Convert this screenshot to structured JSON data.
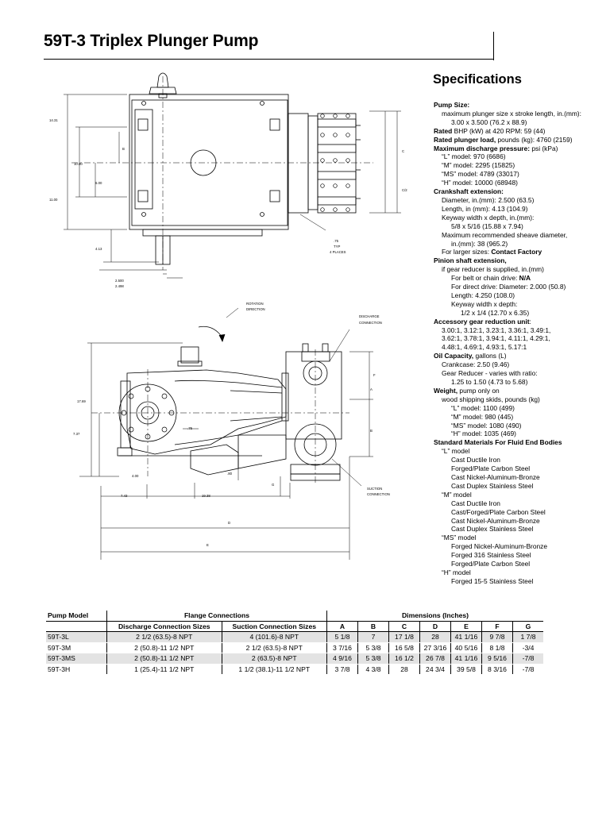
{
  "header": {
    "title": "59T-3 Triplex Plunger Pump"
  },
  "specs": {
    "heading": "Specifications",
    "lines": [
      {
        "b": "Pump Size:",
        "t": "",
        "cls": ""
      },
      {
        "b": "",
        "t": "maximum plunger size x stroke length, in.(mm):",
        "cls": "i1"
      },
      {
        "b": "",
        "t": "3.00 x 3.500 (76.2 x 88.9)",
        "cls": "i2"
      },
      {
        "b": "Rated",
        "t": " BHP (kW) at 420 RPM: 59 (44)",
        "cls": ""
      },
      {
        "b": "Rated plunger load,",
        "t": " pounds (kg): 4760 (2159)",
        "cls": ""
      },
      {
        "b": "Maximum discharge pressure:",
        "t": " psi (kPa)",
        "cls": ""
      },
      {
        "b": "",
        "t": "“L” model: 970 (6686)",
        "cls": "i1"
      },
      {
        "b": "",
        "t": "“M” model: 2295 (15825)",
        "cls": "i1"
      },
      {
        "b": "",
        "t": "“MS” model: 4789 (33017)",
        "cls": "i1"
      },
      {
        "b": "",
        "t": "“H” model: 10000 (68948)",
        "cls": "i1"
      },
      {
        "b": "Crankshaft extension:",
        "t": "",
        "cls": ""
      },
      {
        "b": "",
        "t": "Diameter, in.(mm): 2.500 (63.5)",
        "cls": "i1"
      },
      {
        "b": "",
        "t": "Length, in (mm): 4.13 (104.9)",
        "cls": "i1"
      },
      {
        "b": "",
        "t": "Keyway width x depth, in.(mm):",
        "cls": "i1"
      },
      {
        "b": "",
        "t": "5/8 x 5/16 (15.88 x 7.94)",
        "cls": "i2"
      },
      {
        "b": "",
        "t": "Maximum recommended sheave diameter,",
        "cls": "i1"
      },
      {
        "b": "",
        "t": "in.(mm): 38 (965.2)",
        "cls": "i2"
      },
      {
        "b": "",
        "t": "For larger sizes: ",
        "b2": "Contact Factory",
        "cls": "i1"
      },
      {
        "b": "Pinion shaft extension,",
        "t": "",
        "cls": ""
      },
      {
        "b": "",
        "t": "if gear reducer is supplied, in.(mm)",
        "cls": "i1"
      },
      {
        "b": "",
        "t": "For belt or chain drive: ",
        "b2": "N/A",
        "cls": "i2"
      },
      {
        "b": "",
        "t": "For direct drive: Diameter: 2.000 (50.8)",
        "cls": "i2"
      },
      {
        "b": "",
        "t": "Length: 4.250 (108.0)",
        "cls": "i2"
      },
      {
        "b": "",
        "t": "Keyway width x depth:",
        "cls": "i2"
      },
      {
        "b": "",
        "t": "1/2 x 1/4 (12.70 x 6.35)",
        "cls": "i3"
      },
      {
        "b": "Accessory gear reduction unit",
        "t": ":",
        "cls": ""
      },
      {
        "b": "",
        "t": "3.00:1, 3.12:1, 3.23:1, 3.36:1, 3.49:1,",
        "cls": "i1"
      },
      {
        "b": "",
        "t": "3.62:1, 3.78:1, 3.94:1, 4.11:1, 4.29:1,",
        "cls": "i1"
      },
      {
        "b": "",
        "t": "4.48:1, 4.69:1, 4.93:1, 5.17:1",
        "cls": "i1"
      },
      {
        "b": "Oil Capacity,",
        "t": " gallons (L)",
        "cls": ""
      },
      {
        "b": "",
        "t": "Crankcase: 2.50 (9.46)",
        "cls": "i1"
      },
      {
        "b": "",
        "t": "Gear Reducer - varies with ratio:",
        "cls": "i1"
      },
      {
        "b": "",
        "t": "1.25 to 1.50 (4.73 to 5.68)",
        "cls": "i2"
      },
      {
        "b": "Weight,",
        "t": " pump only on",
        "cls": ""
      },
      {
        "b": "",
        "t": "wood shipping skids, pounds (kg)",
        "cls": "i1"
      },
      {
        "b": "",
        "t": "“L” model: 1100 (499)",
        "cls": "i2"
      },
      {
        "b": "",
        "t": "“M” model: 980 (445)",
        "cls": "i2"
      },
      {
        "b": "",
        "t": "“MS” model: 1080 (490)",
        "cls": "i2"
      },
      {
        "b": "",
        "t": "“H” model: 1035 (469)",
        "cls": "i2"
      },
      {
        "b": "Standard Materials For Fluid End Bodies",
        "t": "",
        "cls": ""
      },
      {
        "b": "",
        "t": "“L” model",
        "cls": "i1"
      },
      {
        "b": "",
        "t": "Cast Ductile Iron",
        "cls": "i2"
      },
      {
        "b": "",
        "t": "Forged/Plate Carbon Steel",
        "cls": "i2"
      },
      {
        "b": "",
        "t": "Cast Nickel-Aluminum-Bronze",
        "cls": "i2"
      },
      {
        "b": "",
        "t": "Cast Duplex Stainless Steel",
        "cls": "i2"
      },
      {
        "b": "",
        "t": "“M” model",
        "cls": "i1"
      },
      {
        "b": "",
        "t": "Cast Ductile Iron",
        "cls": "i2"
      },
      {
        "b": "",
        "t": "Cast/Forged/Plate Carbon Steel",
        "cls": "i2"
      },
      {
        "b": "",
        "t": "Cast Nickel-Aluminum-Bronze",
        "cls": "i2"
      },
      {
        "b": "",
        "t": "Cast Duplex Stainless Steel",
        "cls": "i2"
      },
      {
        "b": "",
        "t": "“MS” model",
        "cls": "i1"
      },
      {
        "b": "",
        "t": "Forged Nickel-Aluminum-Bronze",
        "cls": "i2"
      },
      {
        "b": "",
        "t": "Forged 316 Stainless Steel",
        "cls": "i2"
      },
      {
        "b": "",
        "t": "Forged/Plate Carbon Steel",
        "cls": "i2"
      },
      {
        "b": "",
        "t": "“H” model",
        "cls": "i1"
      },
      {
        "b": "",
        "t": "Forged 15-5 Stainless Steel",
        "cls": "i2"
      }
    ]
  },
  "drawing_labels": {
    "top_left_1": "14.31",
    "top_left_2": "10.00",
    "top_left_3": "6.00",
    "top_left_4": "11.00",
    "top_b": "B",
    "top_c": "C",
    "top_c2": "C/2",
    "shaft_len": "4.13",
    "shaft_dia_1": "2.500",
    "shaft_dia_2": "2.498",
    "bolt_1": ".75",
    "bolt_2": "TYP",
    "bolt_3": "4 PLACES",
    "rotation_1": "ROTATION",
    "rotation_2": "DIRECTION",
    "discharge_1": "DISCHARGE",
    "discharge_2": "CONNECTION",
    "suction_1": "SUCTION",
    "suction_2": "CONNECTION",
    "side_height": "17.69",
    "side_low": "7.37",
    "side_f": "F",
    "side_a": "A",
    "side_b": "B",
    "side_75": ".75",
    "side_80": ".80",
    "side_g": "G",
    "side_400": "4.00",
    "side_743": "7.43",
    "side_1938": "19.38",
    "side_d": "D",
    "side_e": "E"
  },
  "table": {
    "h_model": "Pump Model",
    "h_flange": "Flange Connections",
    "h_dims": "Dimensions (Inches)",
    "h_discharge": "Discharge Connection Sizes",
    "h_suction": "Suction Connection Sizes",
    "cols": [
      "A",
      "B",
      "C",
      "D",
      "E",
      "F",
      "G"
    ],
    "rows": [
      [
        "59T-3L",
        "2 1/2 (63.5)-8 NPT",
        "4 (101.6)-8 NPT",
        "5 1/8",
        "7",
        "17 1/8",
        "28",
        "41 1/16",
        "9 7/8",
        "1 7/8"
      ],
      [
        "59T-3M",
        "2 (50.8)-11 1/2 NPT",
        "2 1/2 (63.5)-8 NPT",
        "3 7/16",
        "5 3/8",
        "16 5/8",
        "27 3/16",
        "40 5/16",
        "8 1/8",
        "-3/4"
      ],
      [
        "59T-3MS",
        "2 (50.8)-11 1/2 NPT",
        "2 (63.5)-8 NPT",
        "4 9/16",
        "5 3/8",
        "16 1/2",
        "26 7/8",
        "41 1/16",
        "9 5/16",
        "-7/8"
      ],
      [
        "59T-3H",
        "1 (25.4)-11 1/2 NPT",
        "1 1/2 (38.1)-11 1/2 NPT",
        "3 7/8",
        "4 3/8",
        "28",
        "24 3/4",
        "39 5/8",
        "8 3/16",
        "-7/8"
      ]
    ]
  }
}
